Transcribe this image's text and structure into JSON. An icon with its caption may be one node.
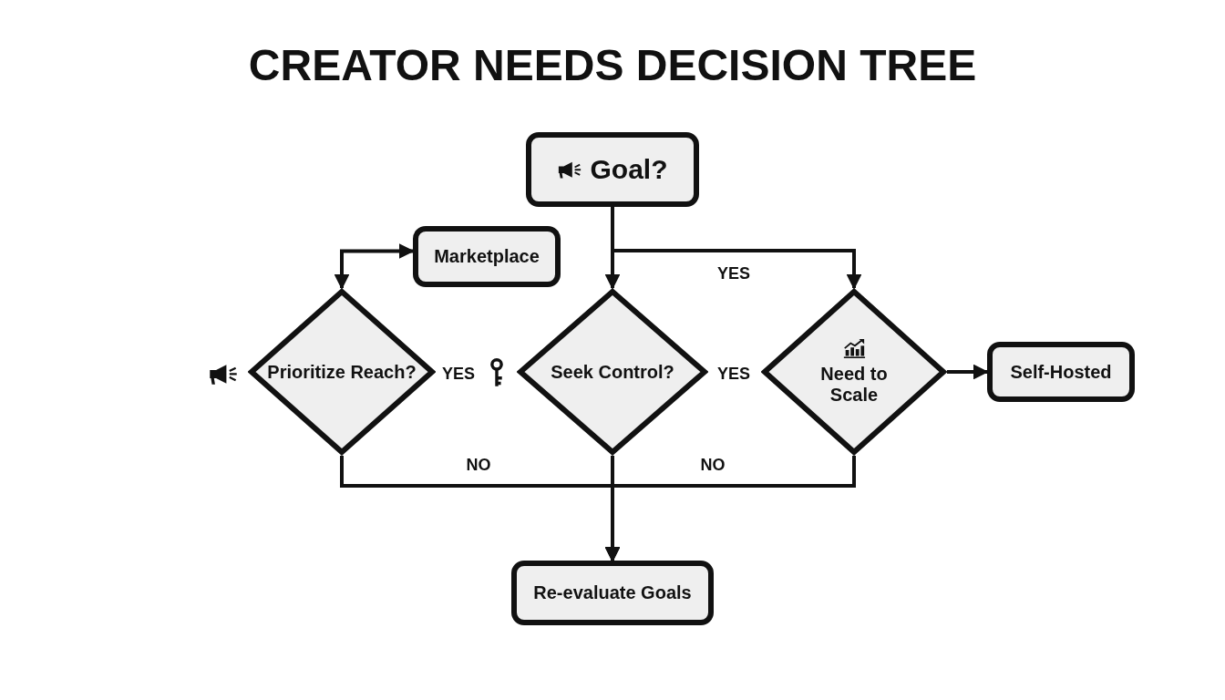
{
  "diagram": {
    "title": "CREATOR NEEDS DECISION TREE",
    "nodes": [
      {
        "text": [
          "Goal?"
        ]
      },
      {
        "text": [
          "Marketplace"
        ]
      },
      {
        "text": [
          "Prioritize Reach?"
        ]
      },
      {
        "text": [
          "Seek Control?"
        ]
      },
      {
        "text": [
          "Need to Scale"
        ]
      },
      {
        "text": [
          "Self-Hosted"
        ]
      },
      {
        "text": [
          "Re-evaluate Goals"
        ]
      }
    ],
    "edges": [
      {
        "from": 0,
        "to": 3,
        "arrow": "to"
      },
      {
        "from": 0,
        "to": 4,
        "arrow": "to",
        "label": "YES"
      },
      {
        "from": 2,
        "to": 1,
        "arrow": "both"
      },
      {
        "from": 4,
        "to": 5,
        "arrow": "to"
      },
      {
        "from": 2,
        "to": 6,
        "arrow": "to",
        "label": "NO"
      },
      {
        "from": 3,
        "to": 6,
        "arrow": "to"
      },
      {
        "from": 4,
        "to": 6,
        "arrow": "to",
        "label": "NO"
      }
    ],
    "labels": [
      "YES",
      "YES"
    ]
  }
}
